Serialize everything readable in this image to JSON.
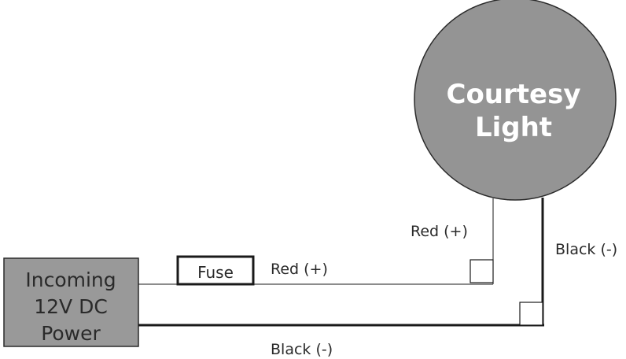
{
  "diagram": {
    "light": {
      "line1": "Courtesy",
      "line2": "Light"
    },
    "power": {
      "line1": "Incoming",
      "line2": "12V DC",
      "line3": "Power"
    },
    "fuse": {
      "label": "Fuse"
    },
    "labels": {
      "red_wire_horizontal": "Red (+)",
      "red_wire_vertical": "Red (+)",
      "black_wire_vertical": "Black (-)",
      "black_wire_horizontal": "Black (-)"
    },
    "colors": {
      "light_fill": "#949494",
      "power_fill": "#999999",
      "wire": "#1a1a1a"
    }
  }
}
